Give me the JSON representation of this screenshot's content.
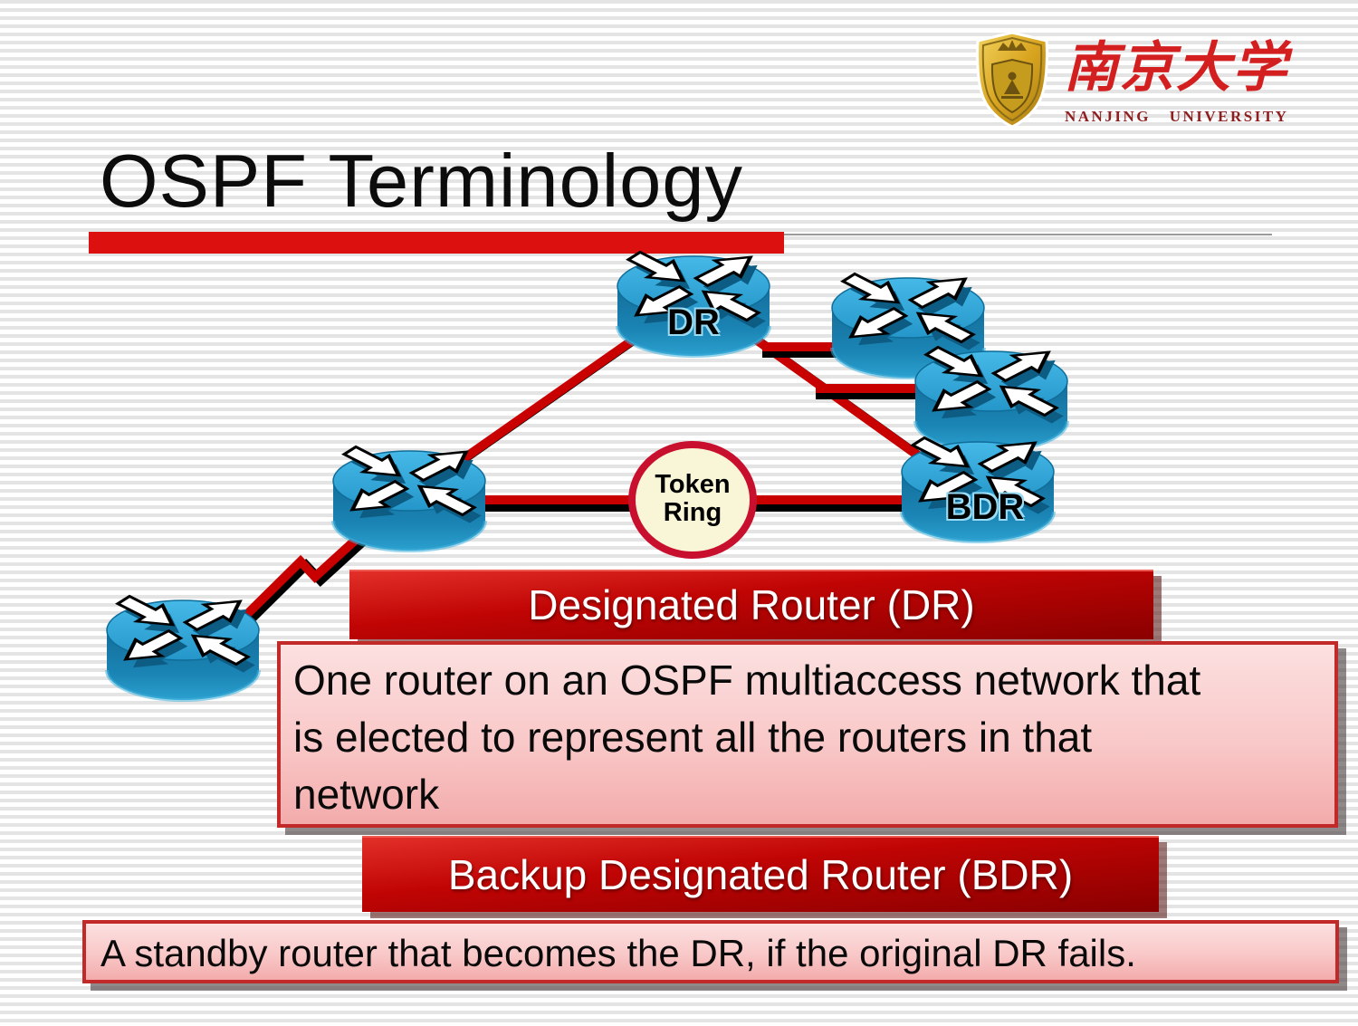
{
  "slide": {
    "title": "OSPF Terminology",
    "logo": {
      "university_cn": "南京大学",
      "university_en": "NANJING  UNIVERSITY"
    },
    "diagram": {
      "dr_label": "DR",
      "bdr_label": "BDR",
      "token_ring_line1": "Token",
      "token_ring_line2": "Ring"
    },
    "dr_banner": "Designated Router (DR)",
    "dr_definition_lines": [
      "One router on an OSPF multiaccess network that",
      "is elected to represent all the routers in that",
      "network"
    ],
    "bdr_banner": "Backup Designated Router (BDR)",
    "bdr_definition": "A standby router that becomes the DR, if the original DR fails.",
    "colors": {
      "accent_red": "#dd1010",
      "banner_red": "#c00404",
      "link_red": "#c90000",
      "pink_box_fill": "#f9c8c8",
      "pink_box_border": "#c22929",
      "router_top_blue": "#35acdf",
      "router_body_blue": "#1a84b4",
      "token_ring_fill": "#f9f5d7",
      "token_ring_border": "#c8102e",
      "logo_red": "#d31f1f",
      "logo_dark_red": "#8e1f1f",
      "logo_gold": "#d9a520"
    }
  }
}
